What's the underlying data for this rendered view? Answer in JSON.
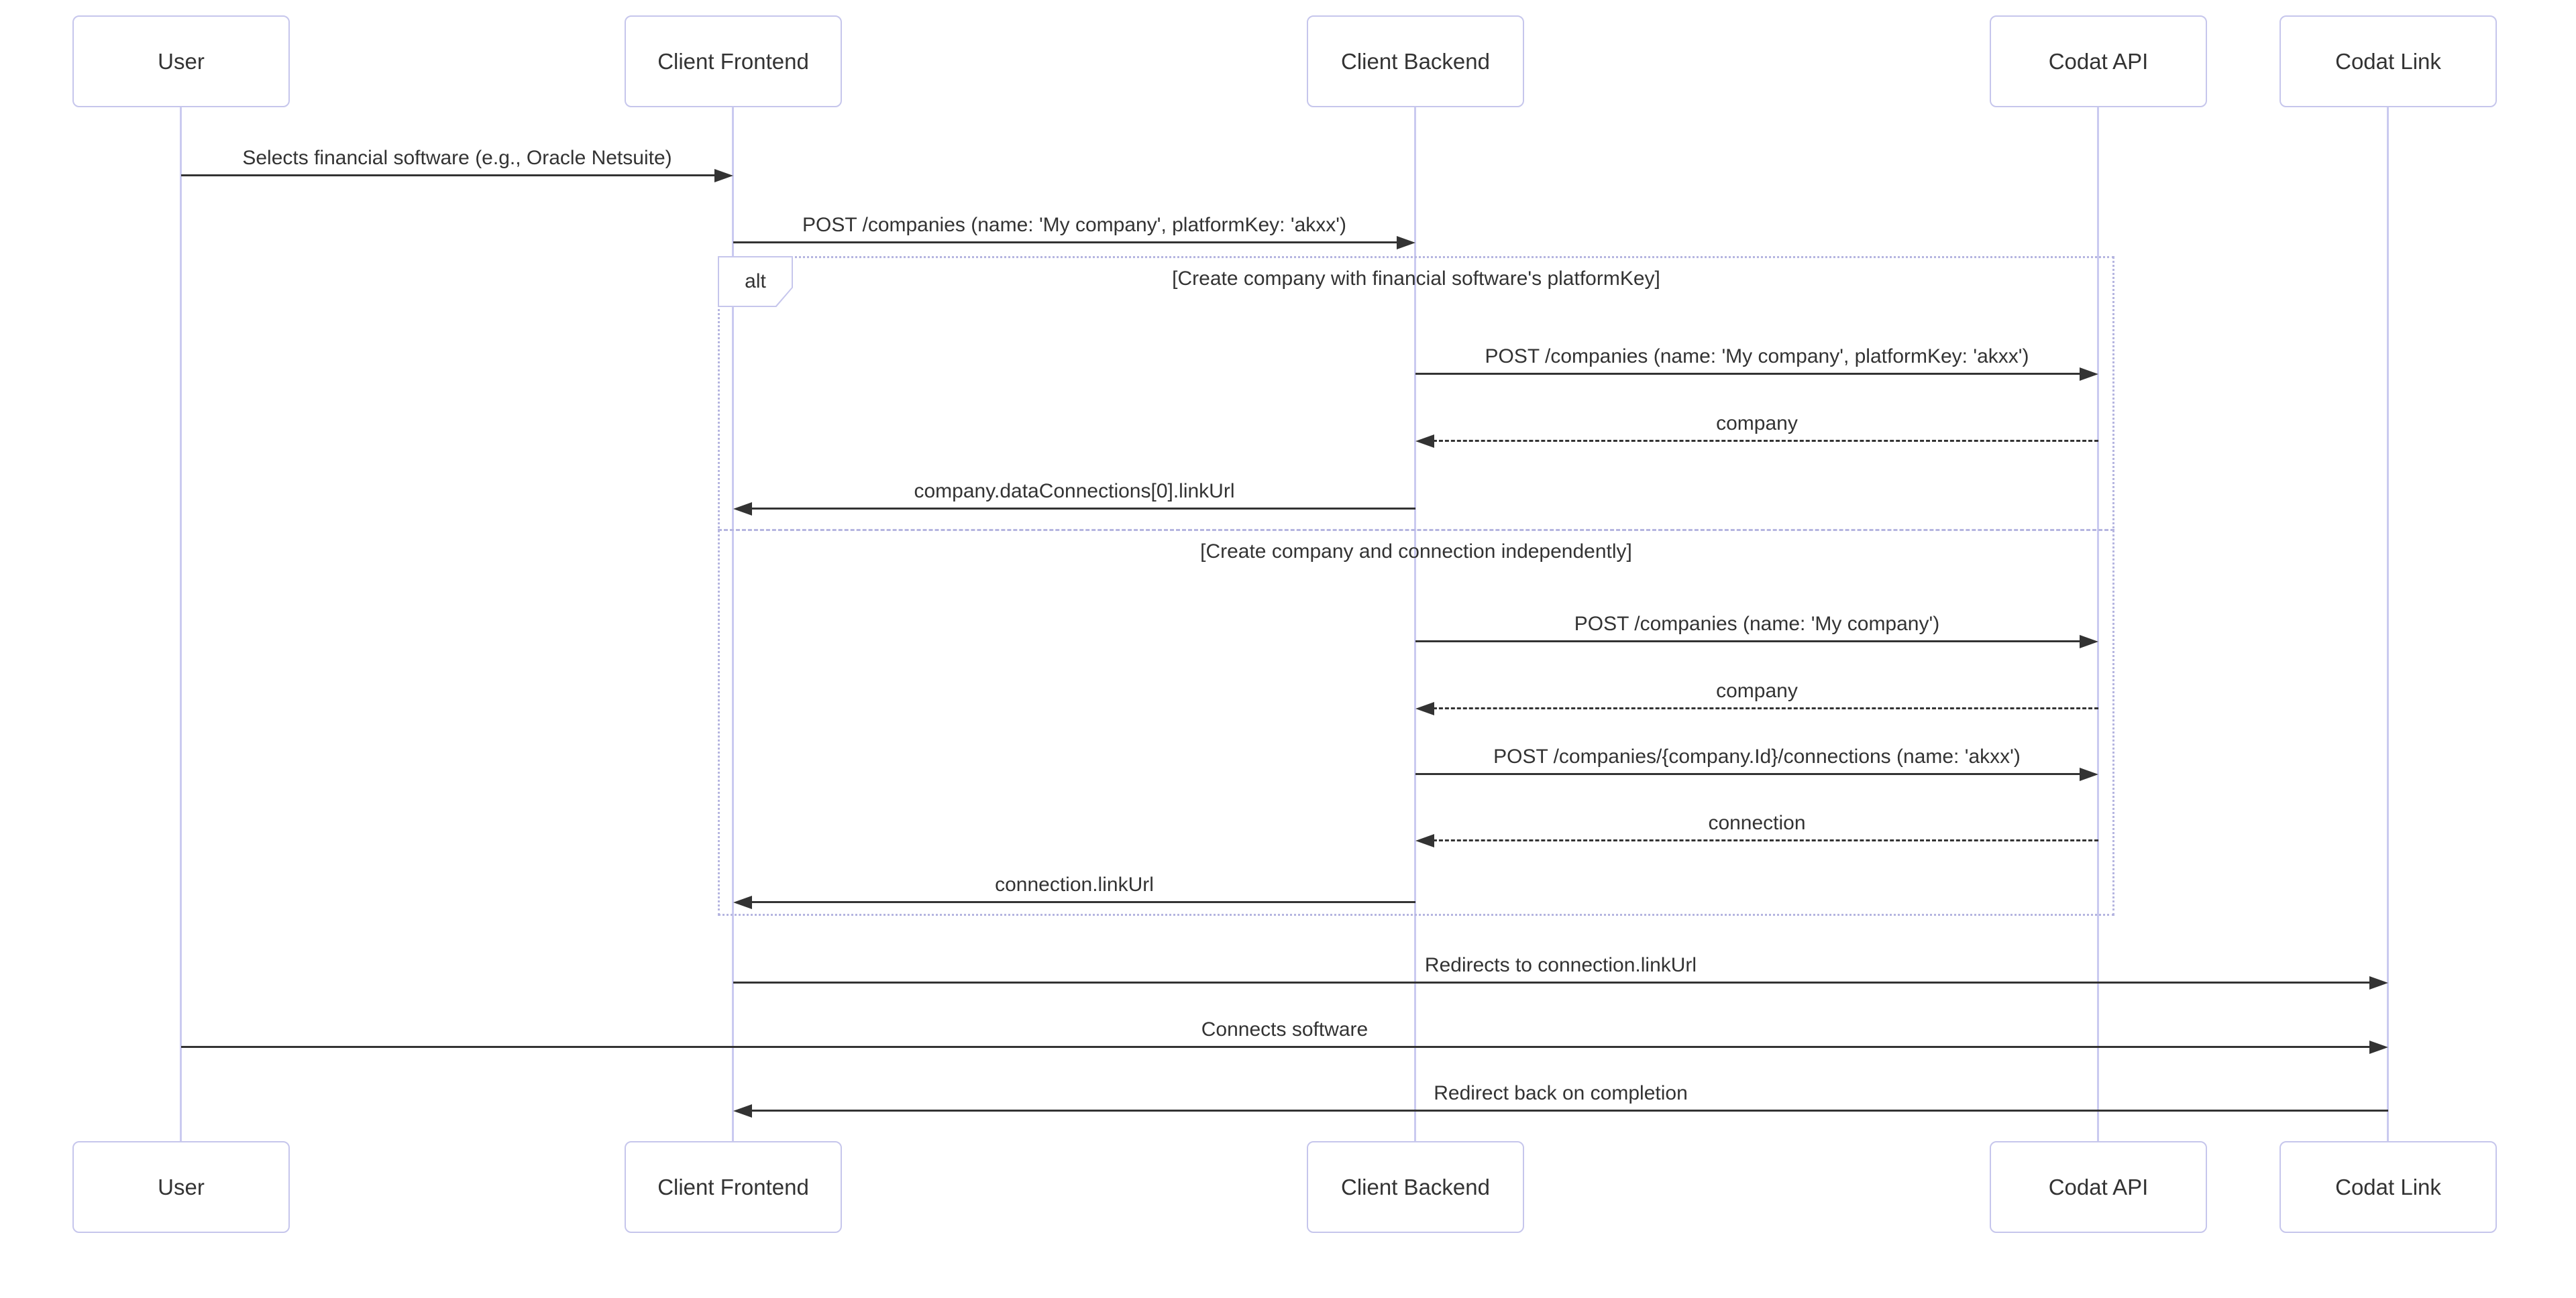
{
  "diagram": {
    "type": "sequence",
    "actors": [
      {
        "id": "user",
        "label": "User"
      },
      {
        "id": "client-frontend",
        "label": "Client Frontend"
      },
      {
        "id": "client-backend",
        "label": "Client Backend"
      },
      {
        "id": "codat-api",
        "label": "Codat API"
      },
      {
        "id": "codat-link",
        "label": "Codat Link"
      }
    ],
    "messages": [
      {
        "from": "user",
        "to": "client-frontend",
        "style": "solid",
        "label": "Selects financial software (e.g., Oracle Netsuite)"
      },
      {
        "from": "client-frontend",
        "to": "client-backend",
        "style": "solid",
        "label": "POST /companies (name: 'My company', platformKey: 'akxx')"
      },
      {
        "from": "client-backend",
        "to": "codat-api",
        "style": "solid",
        "label": "POST /companies (name: 'My company', platformKey: 'akxx')"
      },
      {
        "from": "codat-api",
        "to": "client-backend",
        "style": "dashed",
        "label": "company"
      },
      {
        "from": "client-backend",
        "to": "client-frontend",
        "style": "solid",
        "label": "company.dataConnections[0].linkUrl"
      },
      {
        "from": "client-backend",
        "to": "codat-api",
        "style": "solid",
        "label": "POST /companies (name: 'My company')"
      },
      {
        "from": "codat-api",
        "to": "client-backend",
        "style": "dashed",
        "label": "company"
      },
      {
        "from": "client-backend",
        "to": "codat-api",
        "style": "solid",
        "label": "POST /companies/{company.Id}/connections (name: 'akxx')"
      },
      {
        "from": "codat-api",
        "to": "client-backend",
        "style": "dashed",
        "label": "connection"
      },
      {
        "from": "client-backend",
        "to": "client-frontend",
        "style": "solid",
        "label": "connection.linkUrl"
      },
      {
        "from": "client-frontend",
        "to": "codat-link",
        "style": "solid",
        "label": "Redirects to connection.linkUrl"
      },
      {
        "from": "user",
        "to": "codat-link",
        "style": "solid",
        "label": "Connects software"
      },
      {
        "from": "codat-link",
        "to": "client-frontend",
        "style": "solid",
        "label": "Redirect back on completion"
      }
    ],
    "alt_frame": {
      "operator": "alt",
      "sections": [
        {
          "condition": "[Create company with financial software's platformKey]"
        },
        {
          "condition": "[Create company and connection independently]"
        }
      ]
    },
    "colors": {
      "background": "#ffffff",
      "actor_fill": "#ffffff",
      "actor_border": "#c6c6ec",
      "lifeline": "#cacaf0",
      "frame_border": "#b5b5e0",
      "message_line": "#333333",
      "text": "#333333"
    }
  }
}
